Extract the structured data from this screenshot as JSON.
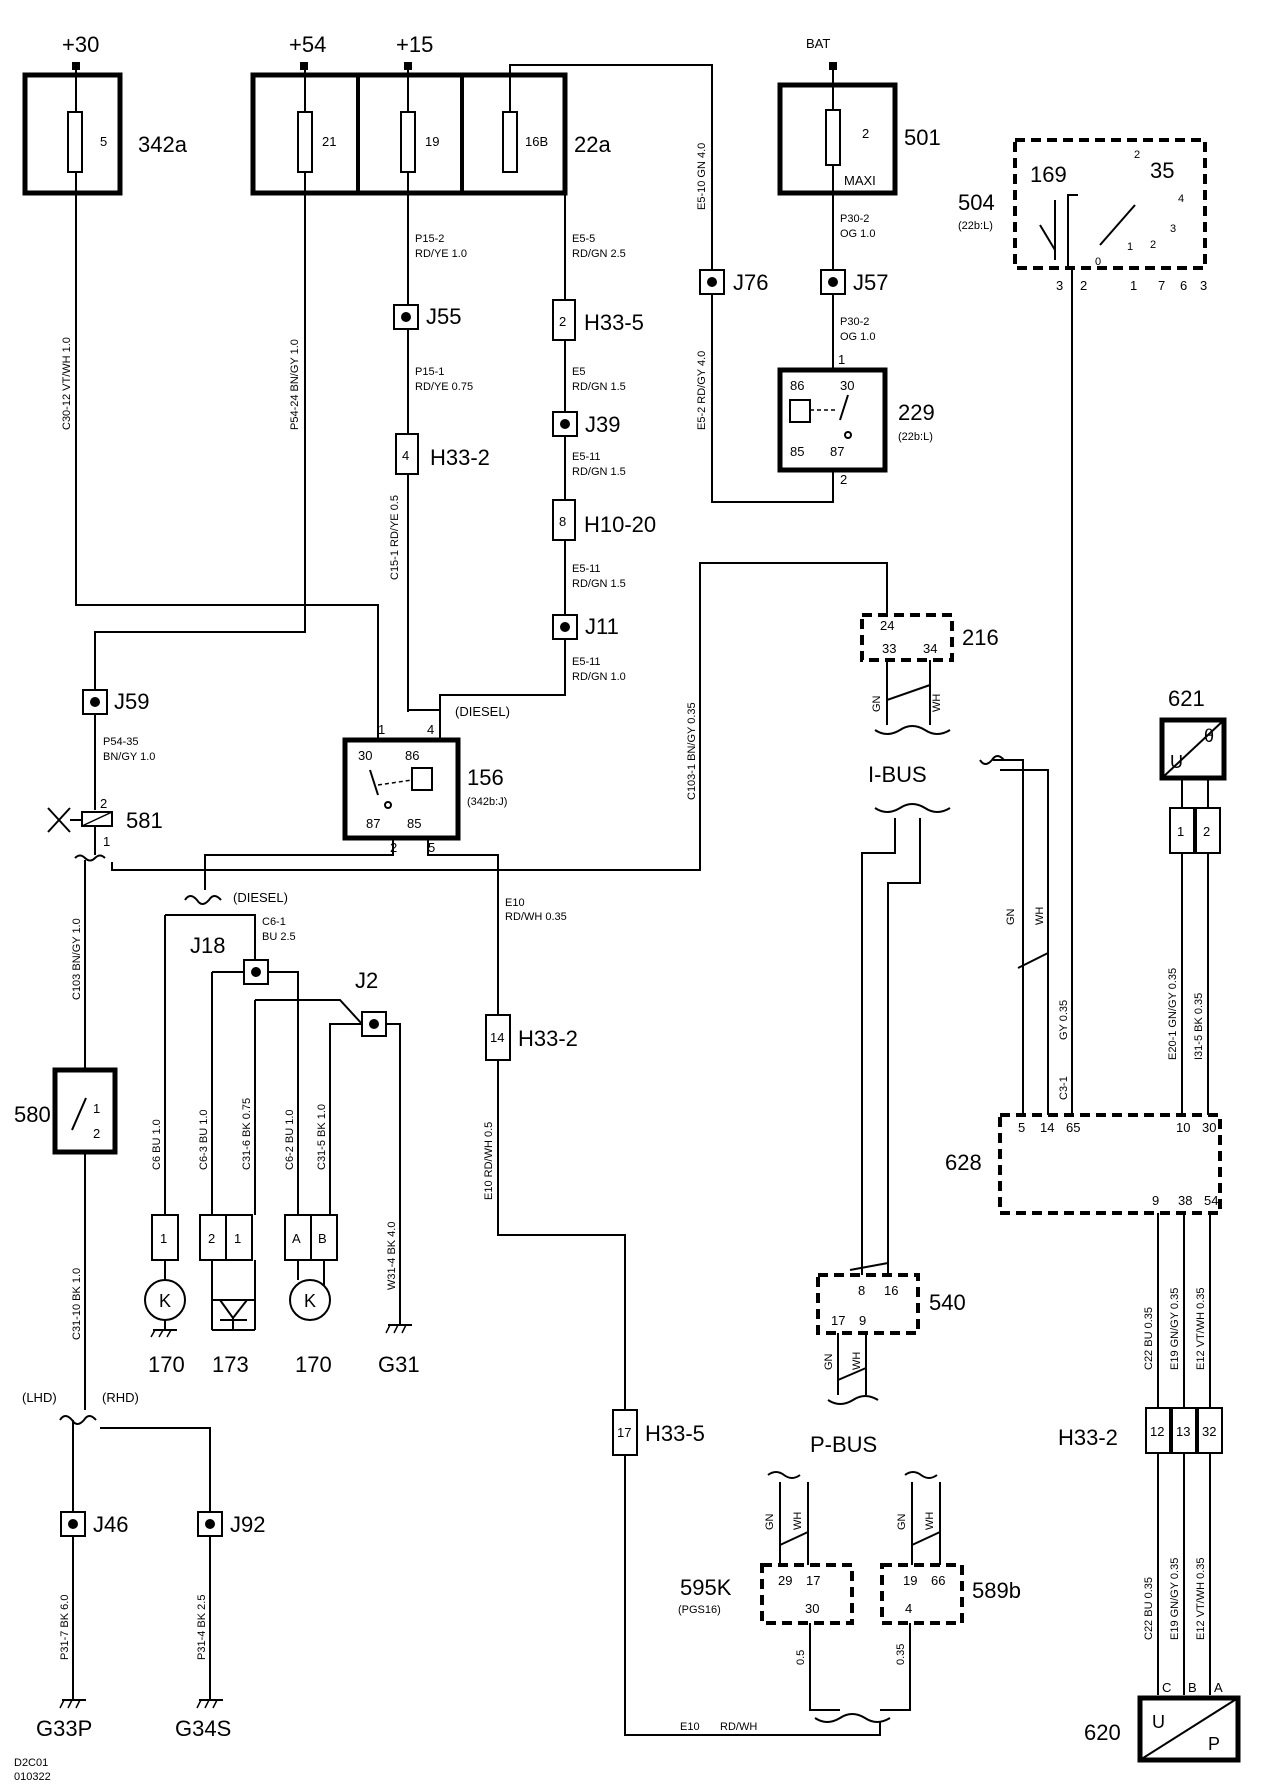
{
  "supplies": {
    "s30": "+30",
    "s54": "+54",
    "s15": "+15",
    "bat": "BAT"
  },
  "fuses": {
    "f5": "5",
    "f21": "21",
    "f19": "19",
    "f16b": "16B",
    "f2": "2",
    "maxi": "MAXI",
    "box342a": "342a",
    "box22a": "22a",
    "box501": "501"
  },
  "components": {
    "c504": "504",
    "c504sub": "(22b:L)",
    "c169": "169",
    "c35": "35",
    "c229": "229",
    "c229sub": "(22b:L)",
    "c156": "156",
    "c156sub": "(342b:J)",
    "c216": "216",
    "c621": "621",
    "c628": "628",
    "c540": "540",
    "c580": "580",
    "c581": "581",
    "c595k": "595K",
    "c595ksub": "(PGS16)",
    "c589b": "589b",
    "c620": "620",
    "c170a": "170",
    "c173": "173",
    "c170b": "170",
    "g31": "G31",
    "g33p": "G33P",
    "g34s": "G34S"
  },
  "connectors": {
    "j55": "J55",
    "j39": "J39",
    "j11": "J11",
    "j76": "J76",
    "j57": "J57",
    "j59": "J59",
    "j18": "J18",
    "j2": "J2",
    "j46": "J46",
    "j92": "J92",
    "h33_5a": "H33-5",
    "h33_2a": "H33-2",
    "h10_20": "H10-20",
    "h33_2b": "H33-2",
    "h33_5b": "H33-5",
    "h33_2c": "H33-2"
  },
  "buses": {
    "ibus": "I-BUS",
    "pbus": "P-BUS"
  },
  "notes": {
    "diesel1": "(DIESEL)",
    "diesel2": "(DIESEL)",
    "lhd": "(LHD)",
    "rhd": "(RHD)",
    "code1": "D2C01",
    "code2": "010322"
  },
  "wire_labels": {
    "w1": "P15-2",
    "w2": "RD/YE 1.0",
    "w3": "P15-1",
    "w4": "RD/YE  0.75",
    "w5": "E5-5",
    "w6": "RD/GN  2.5",
    "w7": "E5",
    "w8": "RD/GN 1.5",
    "w9": "E5-11",
    "w10": "RD/GN 1.5",
    "w11": "E5-11",
    "w12": "RD/GN 1.5",
    "w13": "E5-11",
    "w14": "RD/GN 1.0",
    "w15": "P30-2",
    "w16": "OG  1.0",
    "w17": "P30-2",
    "w18": "OG  1.0",
    "w19": "P54-35",
    "w20": "BN/GY  1.0",
    "w21": "C6-1",
    "w22": "BU  2.5",
    "w23": "E10",
    "w24": "RD/WH  0.35",
    "w25": "E10",
    "w26": "RD/WH"
  },
  "vertical_labels": {
    "v1": "C30-12  VT/WH  1.0",
    "v2": "P54-24  BN/GY  1.0",
    "v3": "E5-10  GN  4.0",
    "v4": "E5-2  RD/GY  4.0",
    "v5": "C15-1  RD/YE  0.5",
    "v6": "C103-1  BN/GY  0.35",
    "v7": "C103  BN/GY  1.0",
    "v8": "C31-10  BK  1.0",
    "v9": "P31-7  BK  6.0",
    "v10": "P31-4  BK  2.5",
    "v11": "C6  BU  1.0",
    "v12": "C6-3  BU  1.0",
    "v13": "C31-6  BK  0.75",
    "v14": "C6-2  BU  1.0",
    "v15": "C31-5  BK  1.0",
    "v16": "W31-4  BK  4.0",
    "v17": "E10  RD/WH  0.5",
    "v18": "GN",
    "v19": "WH",
    "v20": "GN",
    "v21": "WH",
    "v22": "GY  0.35",
    "v23": "C3-1",
    "v24": "E20-1  GN/GY  0.35",
    "v25": "I31-5  BK  0.35",
    "v26": "C22  BU  0.35",
    "v27": "E19  GN/GY  0.35",
    "v28": "E12  VT/WH  0.35",
    "v29": "C22  BU  0.35",
    "v30": "E19  GN/GY  0.35",
    "v31": "E12  VT/WH  0.35",
    "v32": "GN",
    "v33": "WH",
    "v34": "GN",
    "v35": "WH",
    "v36": "GN",
    "v37": "WH",
    "v38": "GN",
    "v39": "WH",
    "v40": "0.5",
    "v41": "0.35"
  },
  "pins": {
    "p1": "1",
    "p4": "4",
    "p30": "30",
    "p86": "86",
    "p87": "87",
    "p85": "85",
    "p2": "2",
    "p5": "5",
    "r30": "30",
    "r86": "86",
    "r85": "85",
    "r87": "87",
    "r1": "1",
    "r2": "2",
    "h2": "2",
    "h4": "4",
    "h8": "8",
    "h14": "14",
    "h17": "17",
    "s24": "24",
    "s33": "33",
    "s34": "34",
    "m5": "5",
    "m14": "14",
    "m65": "65",
    "m10": "10",
    "m30": "30",
    "m9": "9",
    "m38": "38",
    "m54": "54",
    "u1": "1",
    "u2": "2",
    "uu": "U",
    "uth": "θ",
    "k8": "8",
    "k16": "16",
    "k17": "17",
    "k9": "9",
    "q29": "29",
    "q17": "17",
    "q30": "30",
    "b19": "19",
    "b66": "66",
    "b4": "4",
    "h12": "12",
    "h13": "13",
    "h32": "32",
    "pc": "C",
    "pb": "B",
    "pa": "A",
    "pu": "U",
    "pp": "P",
    "a2": "2",
    "a1": "1",
    "sw1": "1",
    "sw2": "2",
    "b1": "1",
    "b2": "2",
    "b1b": "1",
    "bA": "A",
    "bB": "B",
    "k1": "K",
    "k2": "K",
    "sp3": "3",
    "sp2": "2",
    "sp1": "1",
    "sp7": "7",
    "sp6": "6",
    "sp3b": "3",
    "t2": "2",
    "t1": "1",
    "t0": "0",
    "t2b": "2",
    "t3": "3",
    "t4": "4"
  }
}
